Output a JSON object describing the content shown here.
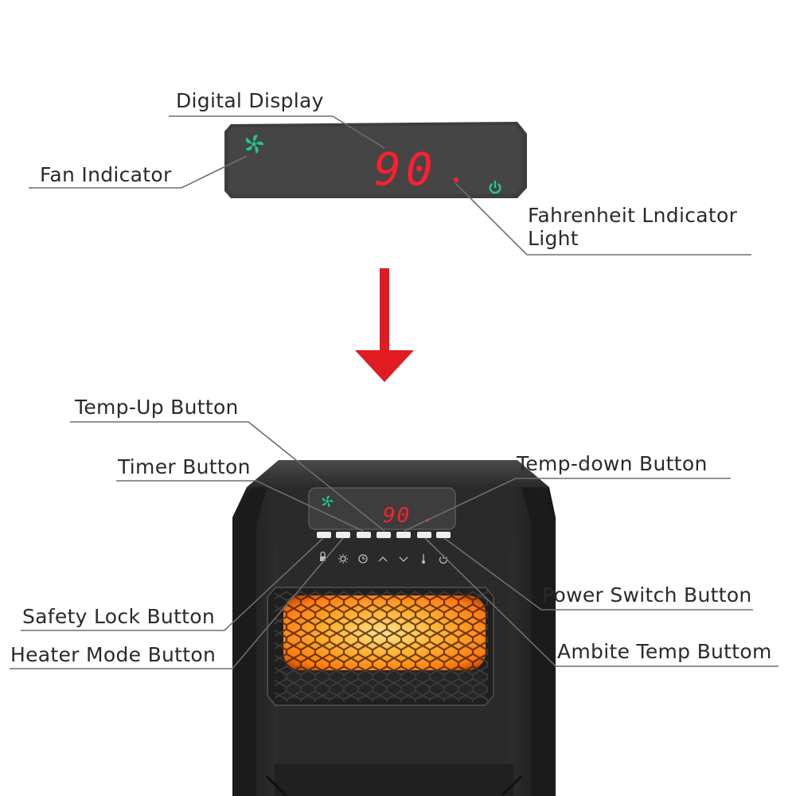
{
  "display_panel": {
    "readout": "90",
    "labels": {
      "digital_display": "Digital Display",
      "fan_indicator": "Fan Indicator",
      "fahrenheit_line1": "Fahrenheit Lndicator",
      "fahrenheit_line2": "Light"
    }
  },
  "heater": {
    "readout": "90",
    "labels": {
      "temp_up": "Temp-Up Button",
      "timer": "Timer Button",
      "temp_down": "Temp-down Button",
      "power_switch": "Power Switch Button",
      "safety_lock": "Safety Lock Button",
      "heater_mode": "Heater Mode Button",
      "ambite_temp": "Ambite Temp Buttom"
    }
  },
  "colors": {
    "led_red": "#ff1f2e",
    "indicator_green": "#20c98a",
    "arrow_red": "#e11b22",
    "heater_glow": "#ff9a1a"
  },
  "icons": [
    "fan-icon",
    "power-icon",
    "sun-icon",
    "clock-icon",
    "chevron-up-icon",
    "chevron-down-icon",
    "thermometer-icon",
    "lock-icon"
  ]
}
